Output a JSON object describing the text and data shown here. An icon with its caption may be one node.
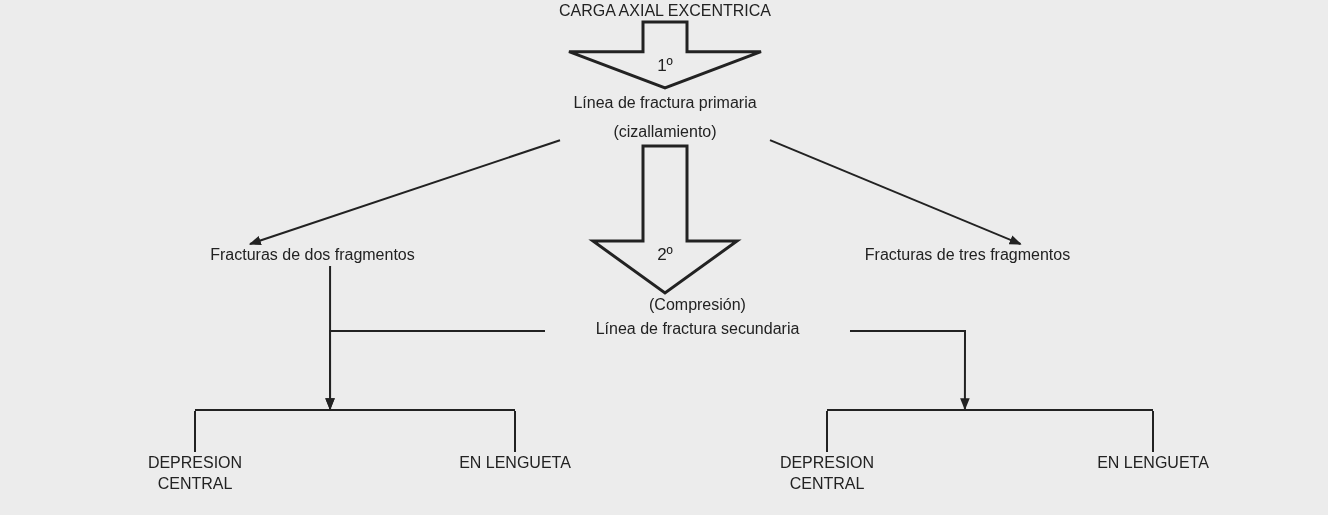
{
  "diagram": {
    "nodes": [
      {
        "text": [
          "CARGA AXIAL EXCENTRICA"
        ]
      },
      {
        "text": [
          "Línea de fractura primaria (cizallamiento)"
        ]
      },
      {
        "text": [
          "Fracturas de dos fragmentos"
        ]
      },
      {
        "text": [
          "Fracturas de tres fragmentos"
        ]
      },
      {
        "text": [
          "(Compresión)",
          "Línea de fractura secundaria"
        ]
      },
      {
        "text": [
          "DEPRESION CENTRAL"
        ]
      },
      {
        "text": [
          "EN LENGUETA"
        ]
      },
      {
        "text": [
          "DEPRESION CENTRAL"
        ]
      },
      {
        "text": [
          "EN LENGUETA"
        ]
      },
      {
        "text": [],
        "shape": "bar"
      },
      {
        "text": [],
        "shape": "bar"
      }
    ],
    "edges": [
      {
        "from": 0,
        "to": 1,
        "arrow": "to",
        "label": "1º",
        "style": "thick"
      },
      {
        "from": 1,
        "to": 2,
        "arrow": "to"
      },
      {
        "from": 1,
        "to": 3,
        "arrow": "to"
      },
      {
        "from": 1,
        "to": 4,
        "arrow": "to",
        "label": "2º",
        "style": "thick"
      },
      {
        "from": 2,
        "to": 9,
        "arrow": "to"
      },
      {
        "from": 4,
        "to": 9,
        "arrow": "to"
      },
      {
        "from": 4,
        "to": 10,
        "arrow": "to"
      },
      {
        "from": 9,
        "to": 5,
        "arrow": "none"
      },
      {
        "from": 9,
        "to": 6,
        "arrow": "none"
      },
      {
        "from": 10,
        "to": 7,
        "arrow": "none"
      },
      {
        "from": 10,
        "to": 8,
        "arrow": "none"
      }
    ]
  }
}
